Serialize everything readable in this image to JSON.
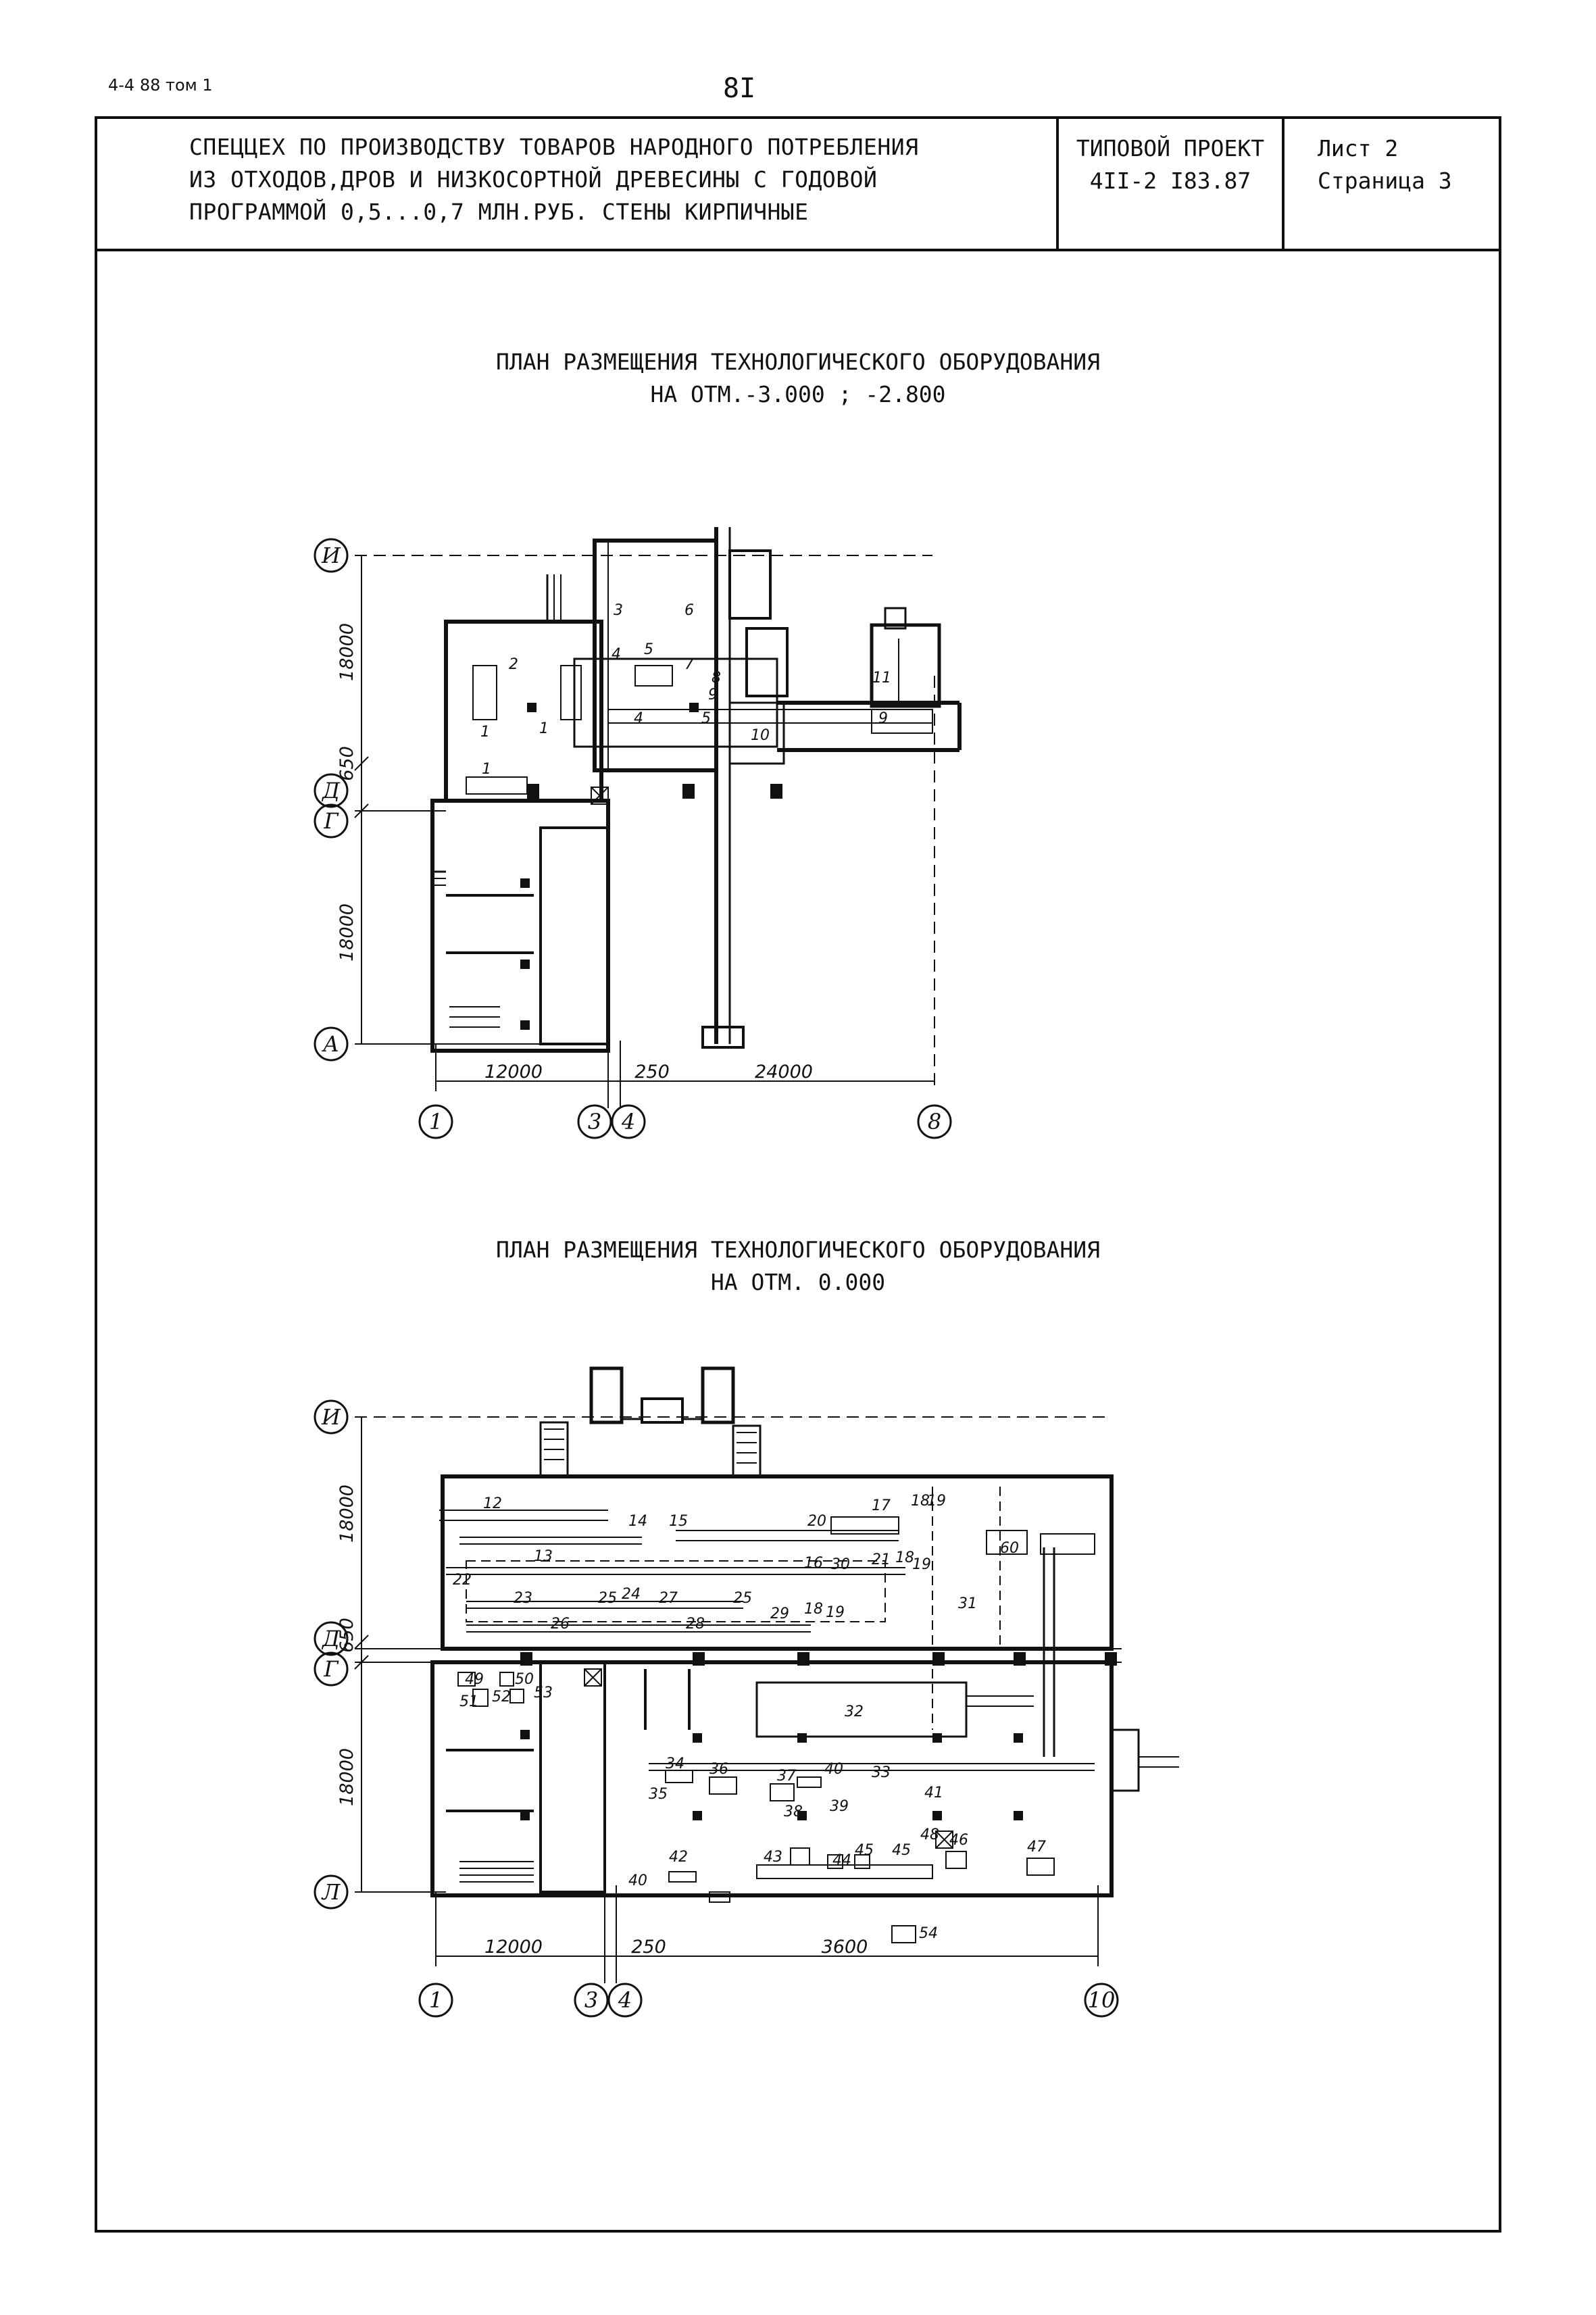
{
  "doc_ref": "4-4 88 том 1",
  "page_number": "8I",
  "header": {
    "title_lines": [
      "СПЕЦЦЕХ ПО ПРОИЗВОДСТВУ ТОВАРОВ НАРОДНОГО ПОТРЕБЛЕНИЯ",
      "ИЗ ОТХОДОВ,ДРОВ И НИЗКОСОРТНОЙ ДРЕВЕСИНЫ С ГОДОВОЙ",
      "ПРОГРАММОЙ 0,5...0,7 МЛН.РУБ. СТЕНЫ КИРПИЧНЫЕ"
    ],
    "project_lines": [
      "ТИПОВОЙ ПРОЕКТ",
      "4II-2 I83.87"
    ],
    "sheet_lines": [
      "Лист 2",
      "Страница 3"
    ]
  },
  "plan1": {
    "title_lines": [
      "ПЛАН РАЗМЕЩЕНИЯ ТЕХНОЛОГИЧЕСКОГО ОБОРУДОВАНИЯ",
      "НА ОТМ.-3.000 ; -2.800"
    ],
    "row_axes": [
      "И",
      "Д",
      "Г",
      "А"
    ],
    "col_axes": [
      "1",
      "3",
      "4",
      "8"
    ],
    "v_dims": [
      "18000",
      "650",
      "18000"
    ],
    "h_dims": [
      "12000",
      "250",
      "24000"
    ],
    "labels": [
      "1",
      "1",
      "1",
      "2",
      "3",
      "4",
      "4",
      "5",
      "5",
      "6",
      "7",
      "8",
      "9",
      "9",
      "10",
      "11"
    ]
  },
  "plan2": {
    "title_lines": [
      "ПЛАН РАЗМЕЩЕНИЯ ТЕХНОЛОГИЧЕСКОГО ОБОРУДОВАНИЯ",
      "НА ОТМ. 0.000"
    ],
    "row_axes": [
      "И",
      "Д",
      "Г",
      "Л"
    ],
    "col_axes": [
      "1",
      "3",
      "4",
      "10"
    ],
    "v_dims": [
      "18000",
      "650",
      "18000"
    ],
    "h_dims": [
      "12000",
      "250",
      "3600"
    ],
    "labels": [
      "12",
      "13",
      "14",
      "15",
      "16",
      "17",
      "18",
      "19",
      "20",
      "21",
      "18",
      "19",
      "22",
      "23",
      "24",
      "25",
      "25",
      "26",
      "27",
      "28",
      "29",
      "18",
      "19",
      "30",
      "31",
      "32",
      "33",
      "34",
      "35",
      "36",
      "37",
      "38",
      "39",
      "40",
      "40",
      "41",
      "42",
      "43",
      "44",
      "45",
      "45",
      "46",
      "47",
      "48",
      "49",
      "50",
      "51",
      "52",
      "53",
      "54",
      "60"
    ]
  }
}
